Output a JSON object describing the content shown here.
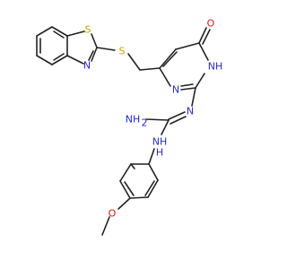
{
  "molecule": {
    "atoms": {
      "s_thiazole": "S",
      "n_thiazole": "N",
      "s_thioether": "S",
      "o_carbonyl": "O",
      "nh_ring": "NH",
      "n_ring": "N",
      "n_imine": "N",
      "nh2": "NH",
      "h2_sub": "2",
      "nh_aryl": "NH",
      "h_aryl": "H",
      "o_methoxy": "O"
    },
    "colors": {
      "bond": "#222222",
      "sulfur": "#c8a000",
      "nitrogen": "#2a2ad0",
      "oxygen": "#e01010"
    }
  }
}
